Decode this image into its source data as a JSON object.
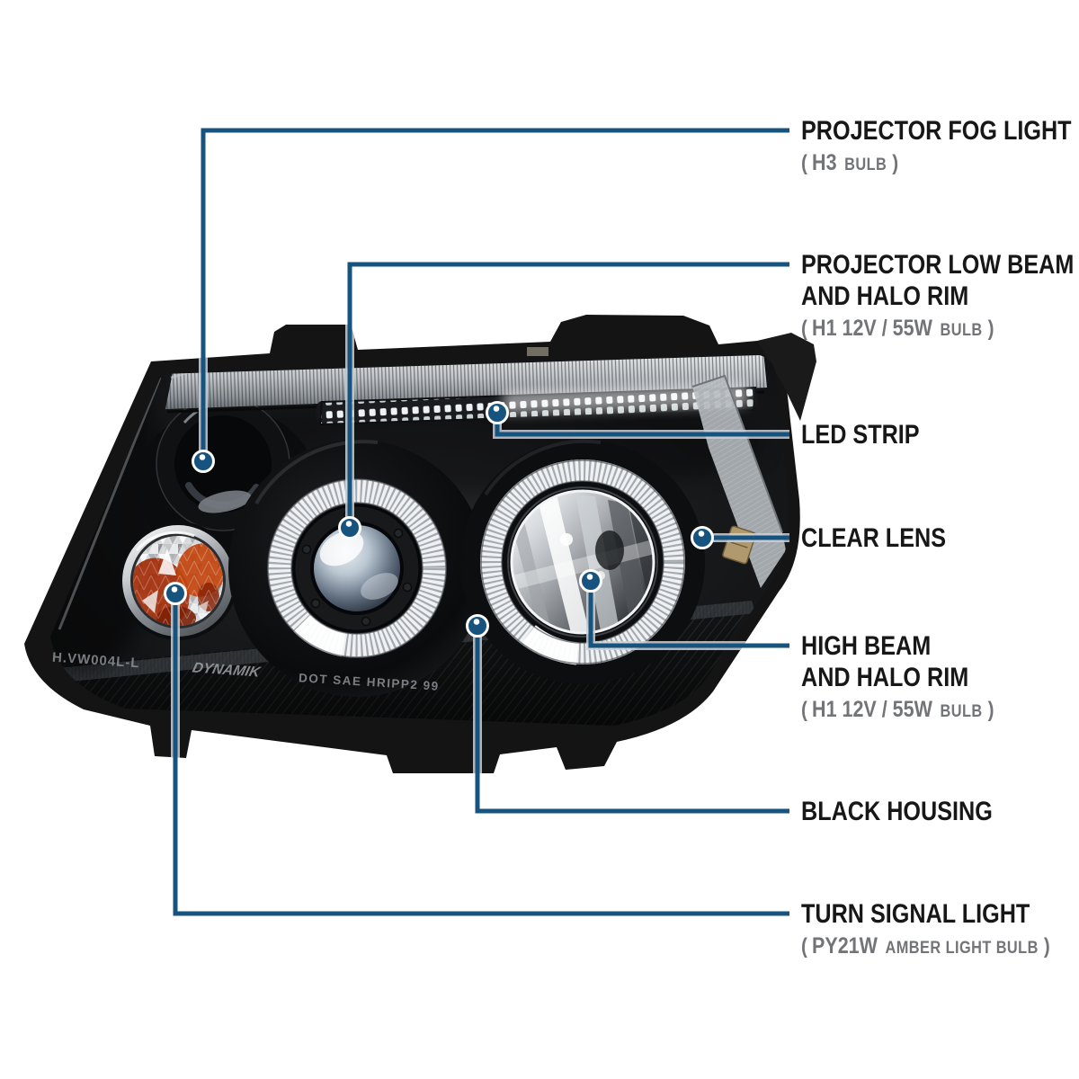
{
  "colors": {
    "background": "#ffffff",
    "callout_line": "#16537e",
    "callout_dot": "#16537e",
    "label_text": "#171717",
    "spec_text": "#737477"
  },
  "callouts": [
    {
      "name": "projector-fog-light",
      "lines": [
        "PROJECTOR FOG LIGHT"
      ],
      "spec": {
        "open": "(",
        "code": "H3",
        "label": "BULB",
        "close": ")"
      }
    },
    {
      "name": "projector-low-beam",
      "lines": [
        "PROJECTOR LOW BEAM",
        "AND HALO RIM"
      ],
      "spec": {
        "open": "(",
        "code": "H1 12V / 55W",
        "label": "BULB",
        "close": ")"
      }
    },
    {
      "name": "led-strip",
      "lines": [
        "LED STRIP"
      ]
    },
    {
      "name": "clear-lens",
      "lines": [
        "CLEAR LENS"
      ]
    },
    {
      "name": "high-beam",
      "lines": [
        "HIGH BEAM",
        "AND HALO RIM"
      ],
      "spec": {
        "open": "(",
        "code": "H1 12V / 55W",
        "label": "BULB",
        "close": ")"
      }
    },
    {
      "name": "black-housing",
      "lines": [
        "BLACK HOUSING"
      ]
    },
    {
      "name": "turn-signal-light",
      "lines": [
        "TURN SIGNAL LIGHT"
      ],
      "spec": {
        "open": "(",
        "code": "PY21W",
        "label": "AMBER LIGHT BULB",
        "close": ")"
      }
    }
  ],
  "housing_markings": {
    "part_number": "H.VW004L-L",
    "brand": "DYNAMIK",
    "certification": "DOT SAE HRIPP2 99"
  }
}
